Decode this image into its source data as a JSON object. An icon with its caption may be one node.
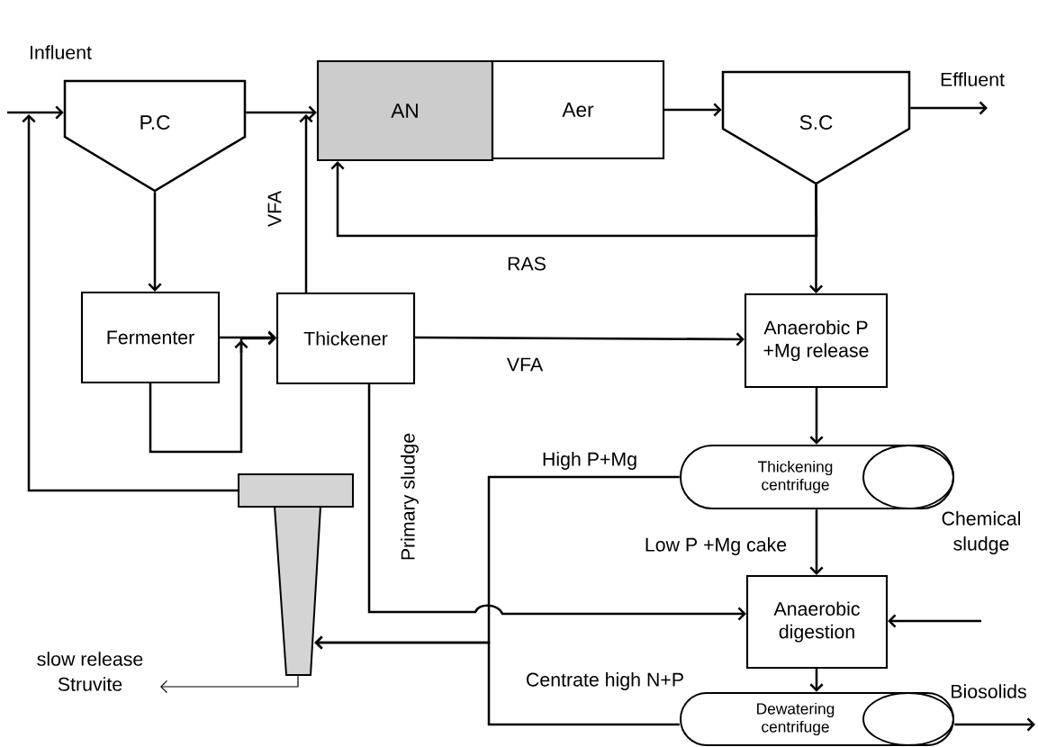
{
  "diagram": {
    "nodes": [
      {
        "text": [
          "P.C"
        ]
      },
      {
        "text": [
          "AN"
        ]
      },
      {
        "text": [
          "Aer"
        ]
      },
      {
        "text": [
          "S.C"
        ]
      },
      {
        "text": [
          "Fermenter"
        ]
      },
      {
        "text": [
          "Thickener"
        ]
      },
      {
        "text": [
          "Anaerobic P +Mg release"
        ]
      },
      {
        "text": [
          "Thickening centrifuge"
        ]
      },
      {
        "text": [],
        "shape": "box"
      },
      {
        "text": [],
        "shape": "cone"
      },
      {
        "text": [
          "Anaerobic digestion"
        ]
      },
      {
        "text": [
          "Dewatering centrifuge"
        ]
      }
    ],
    "edges": [
      {
        "from": null,
        "to": 0,
        "arrow": "to",
        "label": "Influent"
      },
      {
        "from": 8,
        "to": 0,
        "arrow": "to"
      },
      {
        "from": 0,
        "to": 1,
        "arrow": "to"
      },
      {
        "from": 5,
        "to": 1,
        "arrow": "to",
        "label": "VFA"
      },
      {
        "from": 2,
        "to": 3,
        "arrow": "to"
      },
      {
        "from": 3,
        "to": null,
        "arrow": "to",
        "label": "Effluent"
      },
      {
        "from": 3,
        "to": 1,
        "arrow": "to",
        "label": "RAS"
      },
      {
        "from": 3,
        "to": 6,
        "arrow": "to"
      },
      {
        "from": 0,
        "to": 4,
        "arrow": "to"
      },
      {
        "from": 4,
        "to": 5,
        "arrow": "to"
      },
      {
        "from": 4,
        "to": 5,
        "arrow": "to"
      },
      {
        "from": 5,
        "to": 6,
        "arrow": "to",
        "label": "VFA"
      },
      {
        "from": 6,
        "to": 7,
        "arrow": "to"
      },
      {
        "from": 7,
        "to": 10,
        "arrow": "to",
        "label": "Low P +Mg cake"
      },
      {
        "from": 5,
        "to": 10,
        "arrow": "to",
        "label": "Primary sludge"
      },
      {
        "from": null,
        "to": 10,
        "arrow": "to",
        "label": "Chemical sludge"
      },
      {
        "from": 10,
        "to": 11,
        "arrow": "to"
      },
      {
        "from": 11,
        "to": null,
        "arrow": "to",
        "label": "Biosolids"
      },
      {
        "from": 7,
        "to": 9,
        "arrow": "to",
        "label": "High P+Mg"
      },
      {
        "from": 11,
        "to": 9,
        "arrow": "to",
        "label": "Centrate high N+P"
      },
      {
        "from": 9,
        "to": null,
        "arrow": "to",
        "label": "slow release Struvite"
      }
    ]
  }
}
